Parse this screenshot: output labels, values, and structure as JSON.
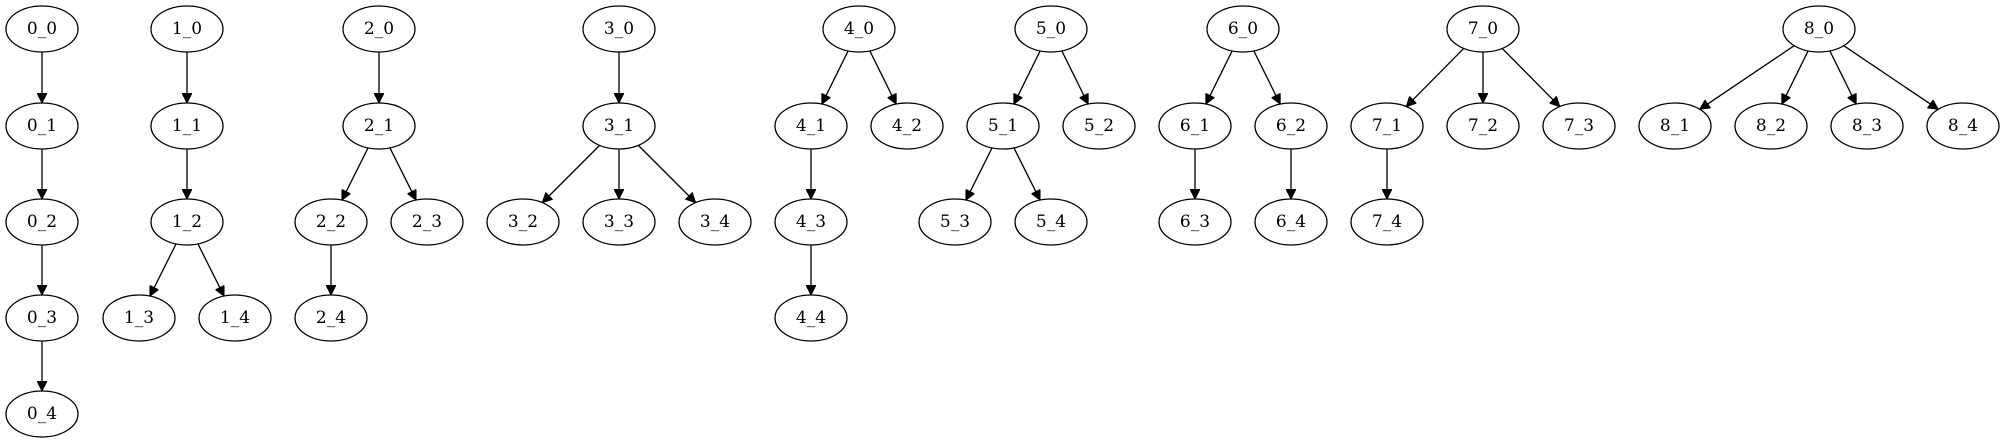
{
  "graph": {
    "nodes": [
      "0_0",
      "0_1",
      "0_2",
      "0_3",
      "0_4",
      "1_0",
      "1_1",
      "1_2",
      "1_3",
      "1_4",
      "2_0",
      "2_1",
      "2_2",
      "2_3",
      "2_4",
      "3_0",
      "3_1",
      "3_2",
      "3_3",
      "3_4",
      "4_0",
      "4_1",
      "4_2",
      "4_3",
      "4_4",
      "5_0",
      "5_1",
      "5_2",
      "5_3",
      "5_4",
      "6_0",
      "6_1",
      "6_2",
      "6_3",
      "6_4",
      "7_0",
      "7_1",
      "7_2",
      "7_3",
      "7_4",
      "8_0",
      "8_1",
      "8_2",
      "8_3",
      "8_4"
    ],
    "edges": [
      [
        "0_0",
        "0_1"
      ],
      [
        "0_1",
        "0_2"
      ],
      [
        "0_2",
        "0_3"
      ],
      [
        "0_3",
        "0_4"
      ],
      [
        "1_0",
        "1_1"
      ],
      [
        "1_1",
        "1_2"
      ],
      [
        "1_2",
        "1_3"
      ],
      [
        "1_2",
        "1_4"
      ],
      [
        "2_0",
        "2_1"
      ],
      [
        "2_1",
        "2_2"
      ],
      [
        "2_1",
        "2_3"
      ],
      [
        "2_2",
        "2_4"
      ],
      [
        "3_0",
        "3_1"
      ],
      [
        "3_1",
        "3_2"
      ],
      [
        "3_1",
        "3_3"
      ],
      [
        "3_1",
        "3_4"
      ],
      [
        "4_0",
        "4_1"
      ],
      [
        "4_0",
        "4_2"
      ],
      [
        "4_1",
        "4_3"
      ],
      [
        "4_3",
        "4_4"
      ],
      [
        "5_0",
        "5_1"
      ],
      [
        "5_0",
        "5_2"
      ],
      [
        "5_1",
        "5_3"
      ],
      [
        "5_1",
        "5_4"
      ],
      [
        "6_0",
        "6_1"
      ],
      [
        "6_0",
        "6_2"
      ],
      [
        "6_1",
        "6_3"
      ],
      [
        "6_2",
        "6_4"
      ],
      [
        "7_0",
        "7_1"
      ],
      [
        "7_0",
        "7_2"
      ],
      [
        "7_0",
        "7_3"
      ],
      [
        "7_1",
        "7_4"
      ],
      [
        "8_0",
        "8_1"
      ],
      [
        "8_0",
        "8_2"
      ],
      [
        "8_0",
        "8_3"
      ],
      [
        "8_0",
        "8_4"
      ]
    ]
  },
  "colors": {
    "stroke": "#000000",
    "fill": "#ffffff",
    "background": "#ffffff"
  }
}
